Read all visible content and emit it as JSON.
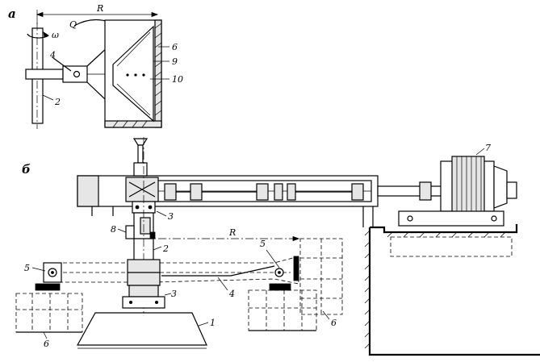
{
  "diagram": {
    "panel_a_label": "а",
    "panel_b_label": "б",
    "a_labels": {
      "R": "R",
      "Q": "Q",
      "omega": "ω",
      "n4": "4",
      "n2": "2",
      "n6": "6",
      "n9": "9",
      "n10": "10"
    },
    "b_labels": {
      "n7": "7",
      "n3_top": "3",
      "n8": "8",
      "n2": "2",
      "R": "R",
      "n5_left": "5",
      "n5_right": "5",
      "n4": "4",
      "n3_bottom": "3",
      "n1": "1",
      "n6_left": "6",
      "n6_right": "6"
    }
  }
}
